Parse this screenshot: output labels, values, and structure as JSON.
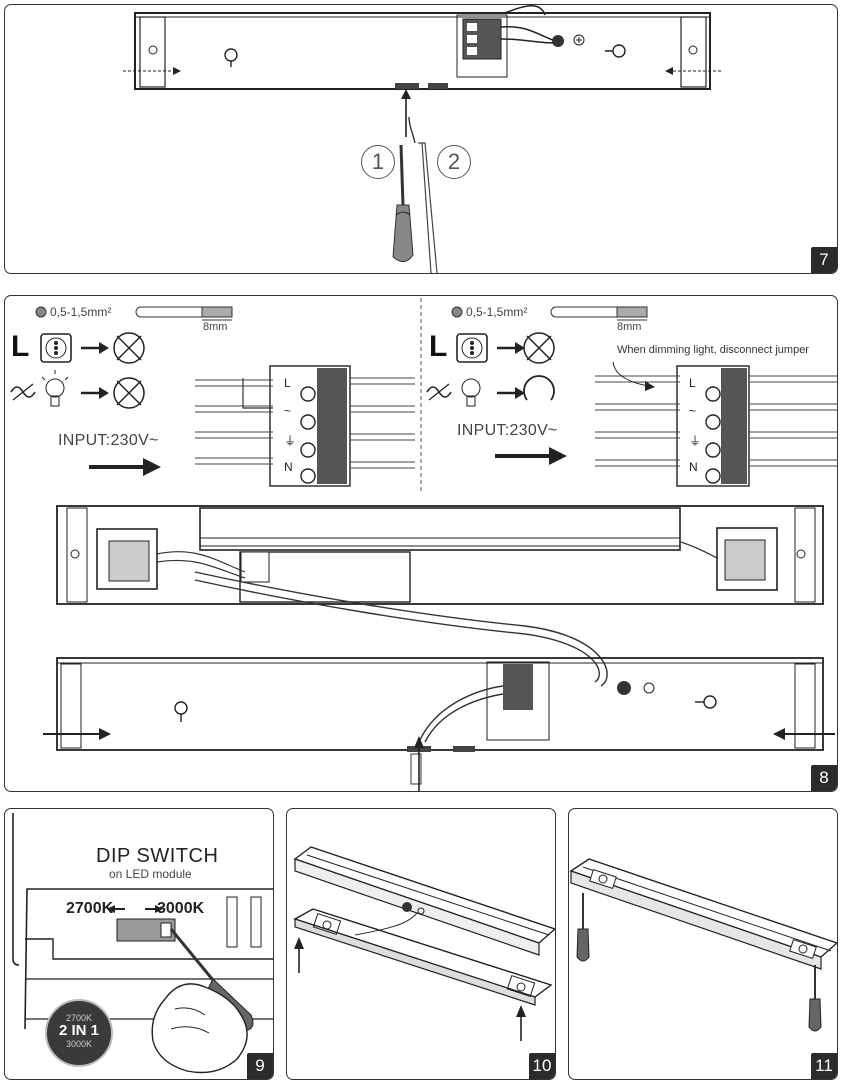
{
  "steps": {
    "s7": "7",
    "s8": "8",
    "s9": "9",
    "s10": "10",
    "s11": "11"
  },
  "step7": {
    "marker1": "1",
    "marker2": "2"
  },
  "step8": {
    "left": {
      "spec": "0,5-1,5mm²",
      "strip": "8mm",
      "l_label": "L",
      "input": "INPUT:230V~",
      "terminals": [
        "L",
        "~",
        "⏚",
        "N"
      ]
    },
    "right": {
      "spec": "0,5-1,5mm²",
      "strip": "8mm",
      "l_label": "L",
      "input": "INPUT:230V~",
      "note": "When dimming light, disconnect jumper",
      "terminals": [
        "L",
        "~",
        "⏚",
        "N"
      ]
    }
  },
  "step9": {
    "title": "DIP SWITCH",
    "subtitle": "on LED module",
    "kelvin_left": "2700K",
    "kelvin_right": "3000K",
    "badge_top": "2700K",
    "badge_mid": "2 IN 1",
    "badge_bottom": "3000K"
  }
}
